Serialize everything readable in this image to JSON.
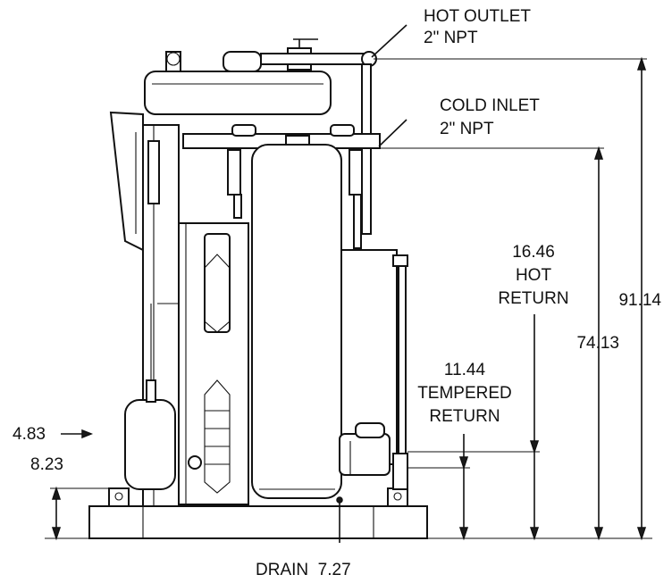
{
  "labels": {
    "hot_outlet_line1": "HOT OUTLET",
    "hot_outlet_line2": "2\" NPT",
    "cold_inlet_line1": "COLD INLET",
    "cold_inlet_line2": "2\" NPT",
    "hot_return_value": "16.46",
    "hot_return_line1": "HOT",
    "hot_return_line2": "RETURN",
    "tempered_return_value": "11.44",
    "tempered_return_line1": "TEMPERED",
    "tempered_return_line2": "RETURN",
    "overall_height": "91.14",
    "cold_inlet_height": "74.13",
    "dim_483": "4.83",
    "dim_823": "8.23",
    "drain": "DRAIN  7.27"
  },
  "colors": {
    "line": "#111111",
    "background": "#ffffff"
  }
}
